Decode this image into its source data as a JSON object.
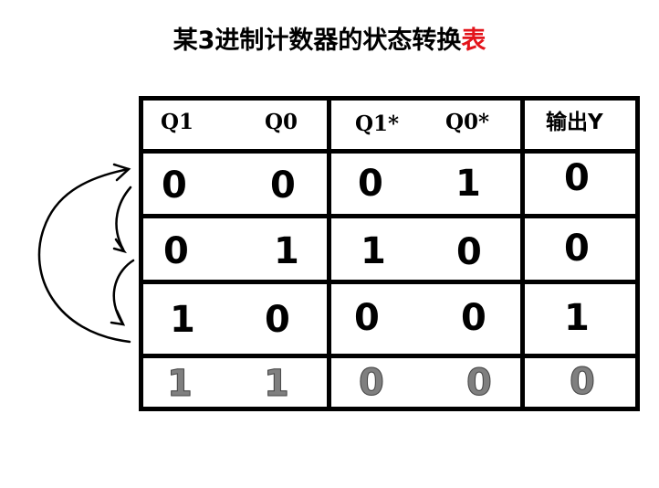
{
  "title": {
    "main": "某3进制计数器的状态转换",
    "highlight": "表",
    "highlight_color": "#e3141b"
  },
  "table": {
    "headers": {
      "current_state": [
        "Q1",
        "Q0"
      ],
      "next_state": [
        "Q1*",
        "Q0*"
      ],
      "output": "输出Y"
    },
    "rows": [
      {
        "q1": "0",
        "q0": "0",
        "q1n": "0",
        "q0n": "1",
        "y": "0",
        "style": "normal"
      },
      {
        "q1": "0",
        "q0": "1",
        "q1n": "1",
        "q0n": "0",
        "y": "0",
        "style": "normal"
      },
      {
        "q1": "1",
        "q0": "0",
        "q1n": "0",
        "q0n": "0",
        "y": "1",
        "style": "normal"
      },
      {
        "q1": "1",
        "q0": "1",
        "q1n": "0",
        "q0n": "0",
        "y": "0",
        "style": "gray"
      }
    ]
  },
  "arrows": [
    {
      "from_row": 0,
      "to_row": 1,
      "label": "transition-00-to-01"
    },
    {
      "from_row": 1,
      "to_row": 2,
      "label": "transition-01-to-10"
    },
    {
      "from_row": 2,
      "to_row": 0,
      "label": "transition-10-to-00"
    }
  ]
}
